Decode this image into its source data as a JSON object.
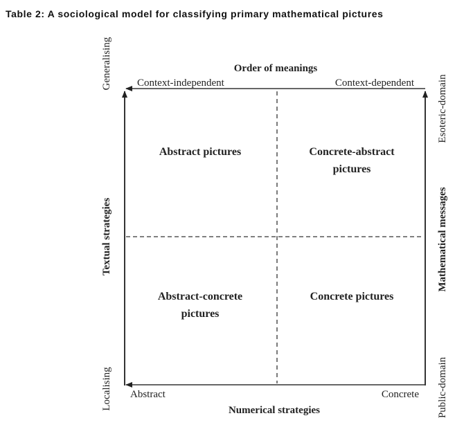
{
  "title": "Table 2: A sociological model for classifying primary mathematical pictures",
  "top": {
    "heading": "Order of meanings",
    "left": "Context-independent",
    "right": "Context-dependent"
  },
  "bottom": {
    "heading": "Numerical strategies",
    "left": "Abstract",
    "right": "Concrete"
  },
  "left_axis": {
    "heading": "Textual strategies",
    "top": "Generalising",
    "bottom": "Localising"
  },
  "right_axis": {
    "heading": "Mathematical messages",
    "top": "Esoteric-domain",
    "bottom": "Public-domain"
  },
  "quadrants": {
    "top_left": [
      "Abstract pictures"
    ],
    "top_right": [
      "Concrete-abstract",
      "pictures"
    ],
    "bottom_left": [
      "Abstract-concrete",
      "pictures"
    ],
    "bottom_right": [
      "Concrete pictures"
    ]
  }
}
